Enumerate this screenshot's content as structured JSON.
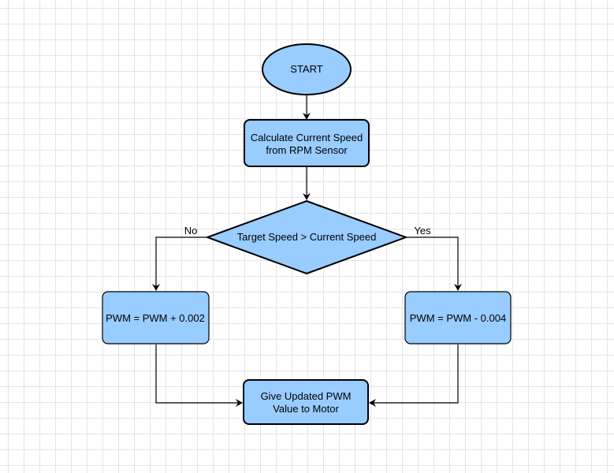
{
  "colors": {
    "node_fill": "#99ccff",
    "stroke": "#000000",
    "grid": "#e4e4e4"
  },
  "nodes": {
    "start": {
      "label": "START"
    },
    "calc_speed": {
      "line1": "Calculate Current Speed",
      "line2": "from RPM Sensor"
    },
    "decision": {
      "label": "Target Speed > Current Speed"
    },
    "increase_pwm": {
      "label": "PWM = PWM + 0.002"
    },
    "decrease_pwm": {
      "label": "PWM = PWM - 0.004"
    },
    "output": {
      "line1": "Give Updated PWM",
      "line2": "Value to Motor"
    }
  },
  "edges": {
    "no_label": "No",
    "yes_label": "Yes"
  }
}
